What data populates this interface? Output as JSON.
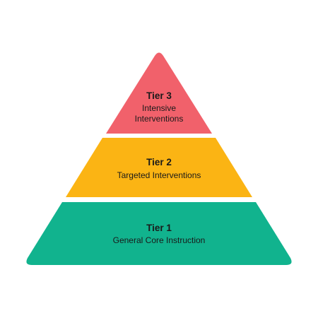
{
  "pyramid": {
    "tiers": [
      {
        "title": "Tier 3",
        "lines": [
          "Intensive",
          "Interventions"
        ],
        "color": "#f1616b"
      },
      {
        "title": "Tier 2",
        "lines": [
          "Targeted Interventions"
        ],
        "color": "#fbb414"
      },
      {
        "title": "Tier 1",
        "lines": [
          "General Core Instruction"
        ],
        "color": "#11b38e"
      }
    ]
  }
}
